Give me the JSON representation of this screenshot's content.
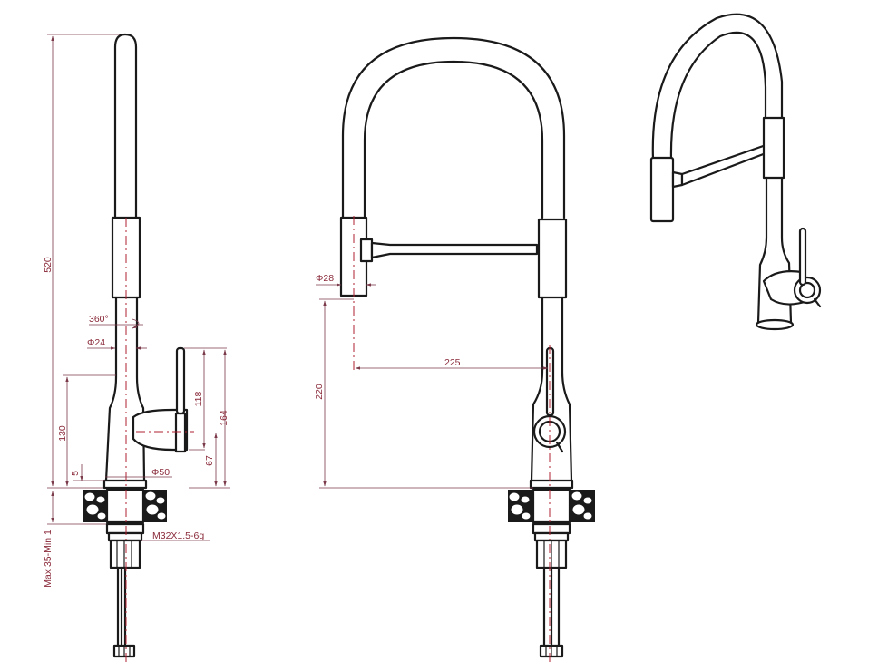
{
  "colors": {
    "line": "#1a1a1a",
    "dimension": "#8a2a3a",
    "centerline": "#b02030",
    "background": "#ffffff"
  },
  "side_view": {
    "height_label": "520",
    "rotation_label": "360°",
    "spout_diameter_label": "Φ24",
    "handle_height_label": "118",
    "total_height_label": "164",
    "body_height_label": "130",
    "handle_axis_label": "67",
    "base_offset_label": "5",
    "base_diameter_label": "Φ50",
    "thread_label": "M32X1.5-6g",
    "mounting_label": "Max 35-Min 1"
  },
  "front_view": {
    "head_diameter_label": "Φ28",
    "reach_label": "225",
    "clearance_label": "220"
  }
}
